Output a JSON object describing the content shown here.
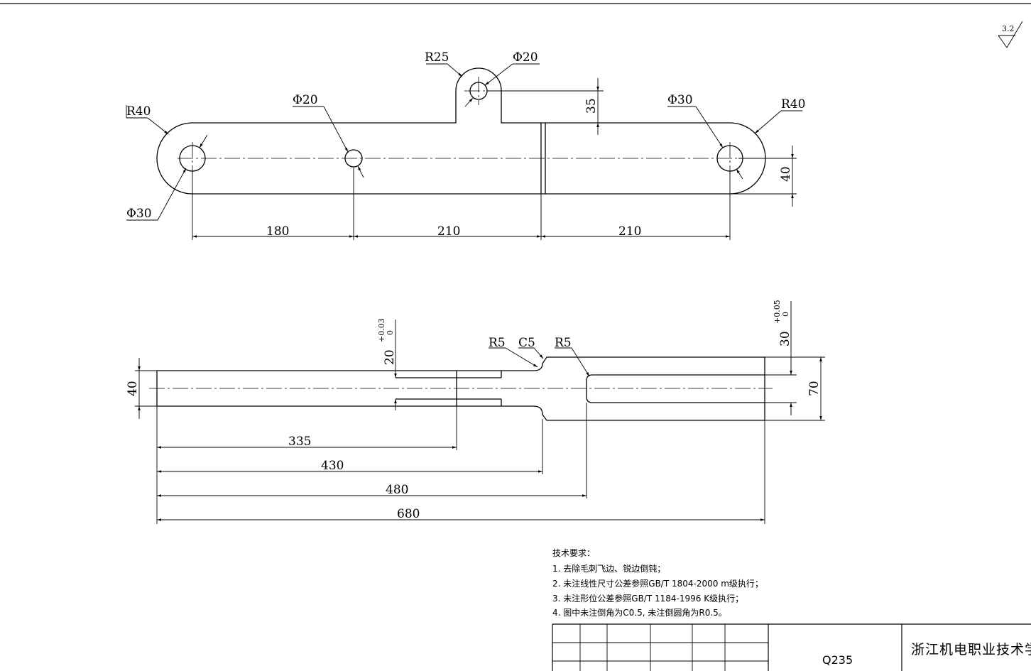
{
  "roughness": "3.2",
  "top_view": {
    "r25": "R25",
    "phi20_top": "Φ20",
    "phi20_left": "Φ20",
    "phi30_right": "Φ30",
    "phi30_left": "Φ30",
    "r40_left": "R40",
    "r40_right": "R40",
    "dim_35": "35",
    "dim_40": "40",
    "dim_180": "180",
    "dim_210_a": "210",
    "dim_210_b": "210"
  },
  "side_view": {
    "r5_a": "R5",
    "c5": "C5",
    "r5_b": "R5",
    "dim_20": "20",
    "tol_20_upper": "+0.03",
    "tol_20_lower": "0",
    "dim_30": "30",
    "tol_30_upper": "+0.05",
    "tol_30_lower": "0",
    "dim_40": "40",
    "dim_70": "70",
    "dim_335": "335",
    "dim_430": "430",
    "dim_480": "480",
    "dim_680": "680"
  },
  "notes": {
    "title": "技术要求：",
    "items": [
      "1. 去除毛刺飞边、锐边倒钝；",
      "2. 未注线性尺寸公差参照GB/T 1804-2000 m级执行；",
      "3. 未注形位公差参照GB/T 1184-1996 K级执行；",
      "4. 图中未注倒角为C0.5, 未注倒圆角为R0.5。"
    ]
  },
  "title_block": {
    "material": "Q235",
    "school": "浙江机电职业技术学院"
  }
}
